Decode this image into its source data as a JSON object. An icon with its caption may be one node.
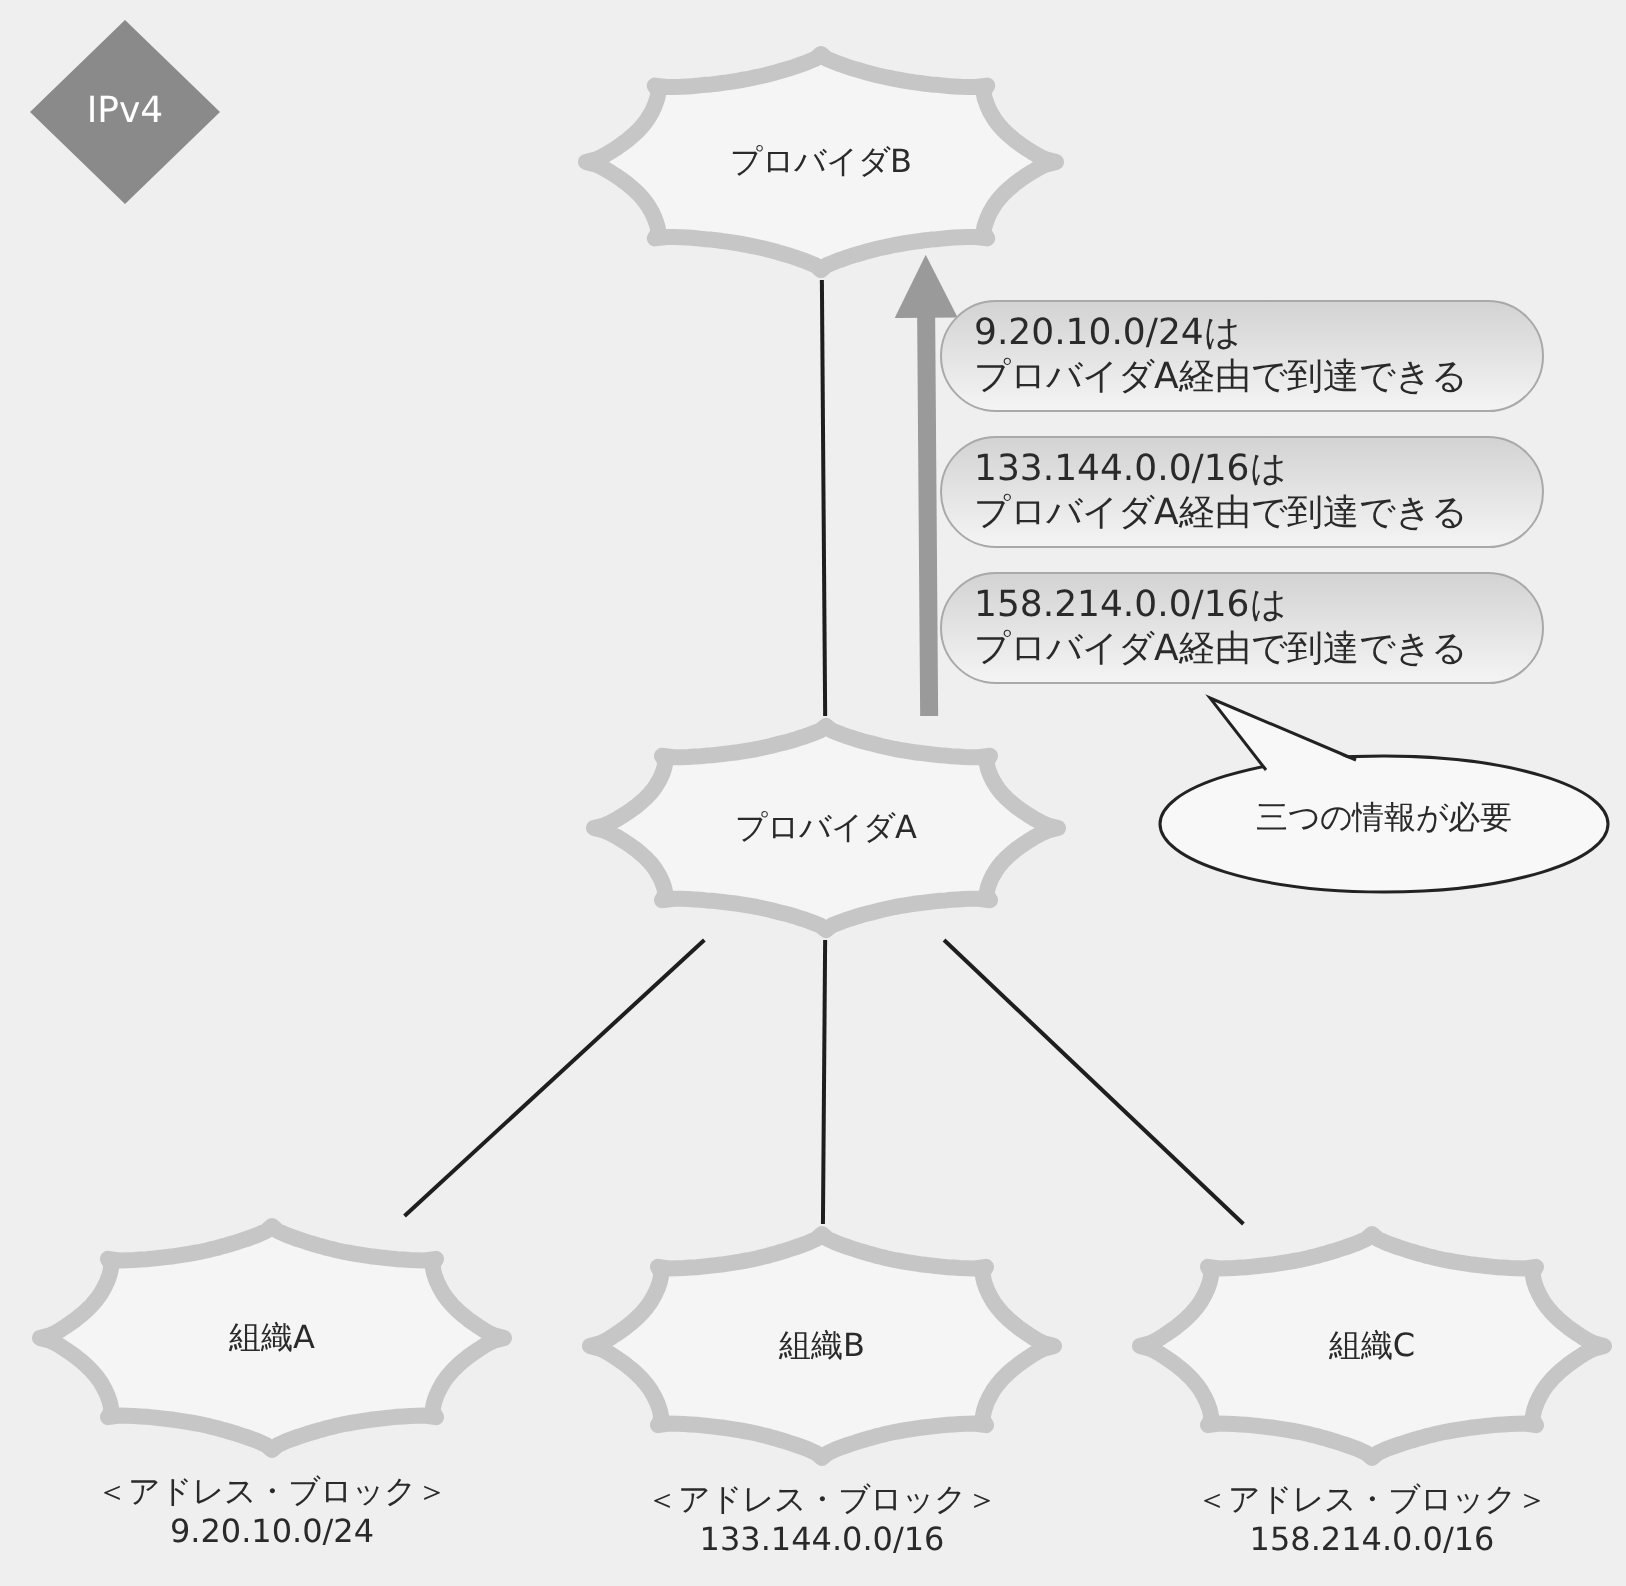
{
  "diagram": {
    "nodes": [
      {
        "text": [
          "IPv4"
        ]
      },
      {
        "text": [
          "プロバイダB"
        ]
      },
      {
        "text": [
          "9.20.10.0/24はプロバイダA経由で到達できる"
        ]
      },
      {
        "text": [
          "133.144.0.0/16はプロバイダA経由で到達できる"
        ]
      },
      {
        "text": [
          "158.214.0.0/16はプロバイダA経由で到達できる"
        ]
      },
      {
        "text": [
          "三つの情報が必要"
        ]
      },
      {
        "text": [
          "プロバイダA"
        ]
      },
      {
        "text": [
          "組織A"
        ],
        "beside": [
          "＜アドレス・ブロック＞",
          "9.20.10.0/24"
        ]
      },
      {
        "text": [
          "組織B"
        ],
        "beside": [
          "＜アドレス・ブロック＞",
          "133.144.0.0/16"
        ]
      },
      {
        "text": [
          "組織C"
        ],
        "beside": [
          "＜アドレス・ブロック＞",
          "158.214.0.0/16"
        ]
      }
    ],
    "edges": [
      {
        "from": 6,
        "to": 1,
        "arrow": "none"
      },
      {
        "from": 6,
        "to": 1,
        "arrow": "to",
        "style": "thick",
        "color": "#9a9a9a"
      },
      {
        "from": 6,
        "to": 7,
        "arrow": "none"
      },
      {
        "from": 6,
        "to": 8,
        "arrow": "none"
      },
      {
        "from": 6,
        "to": 9,
        "arrow": "none"
      }
    ]
  }
}
